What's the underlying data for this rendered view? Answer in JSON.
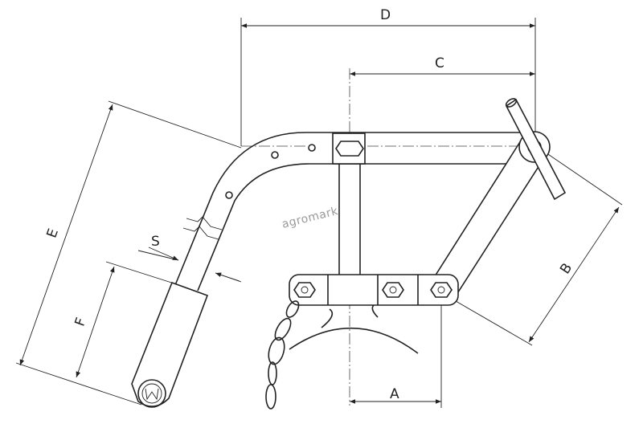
{
  "watermark": "agromark",
  "dimensions": {
    "A": "A",
    "B": "B",
    "C": "C",
    "D": "D",
    "E": "E",
    "F": "F",
    "S": "S"
  },
  "colors": {
    "line": "#222222",
    "background": "#ffffff",
    "watermark": "#9a9a9a"
  }
}
